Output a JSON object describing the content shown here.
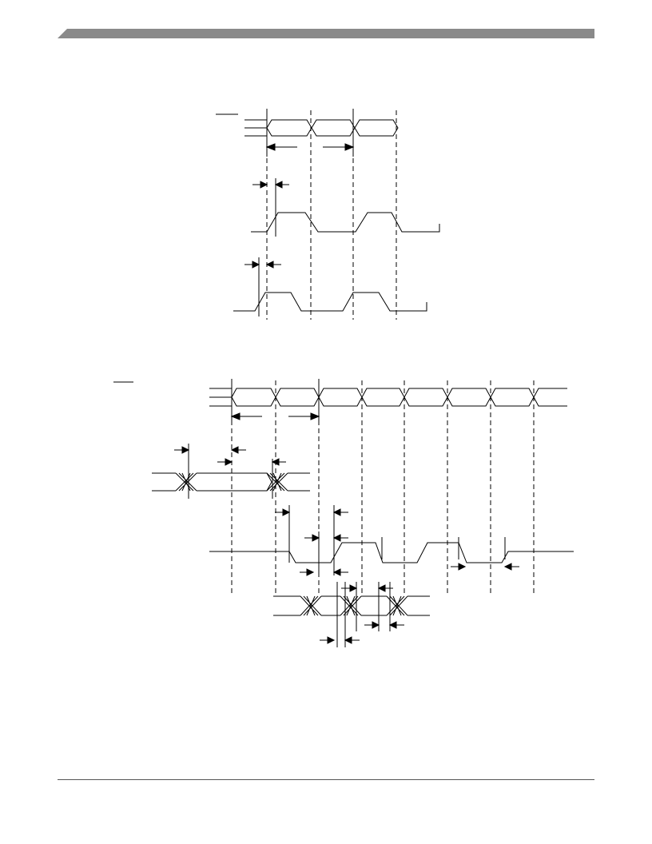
{
  "page": {
    "header_bar_color": "#8a8a8a",
    "footer_rule_color": "#555555"
  },
  "diagrams": [
    {
      "id": "upper-timing-diagram",
      "signals": [
        "bus",
        "pulse-1",
        "pulse-2"
      ],
      "labels": []
    },
    {
      "id": "lower-timing-diagram",
      "signals": [
        "bus",
        "data-window",
        "pulse",
        "data-window-2"
      ],
      "labels": []
    }
  ]
}
